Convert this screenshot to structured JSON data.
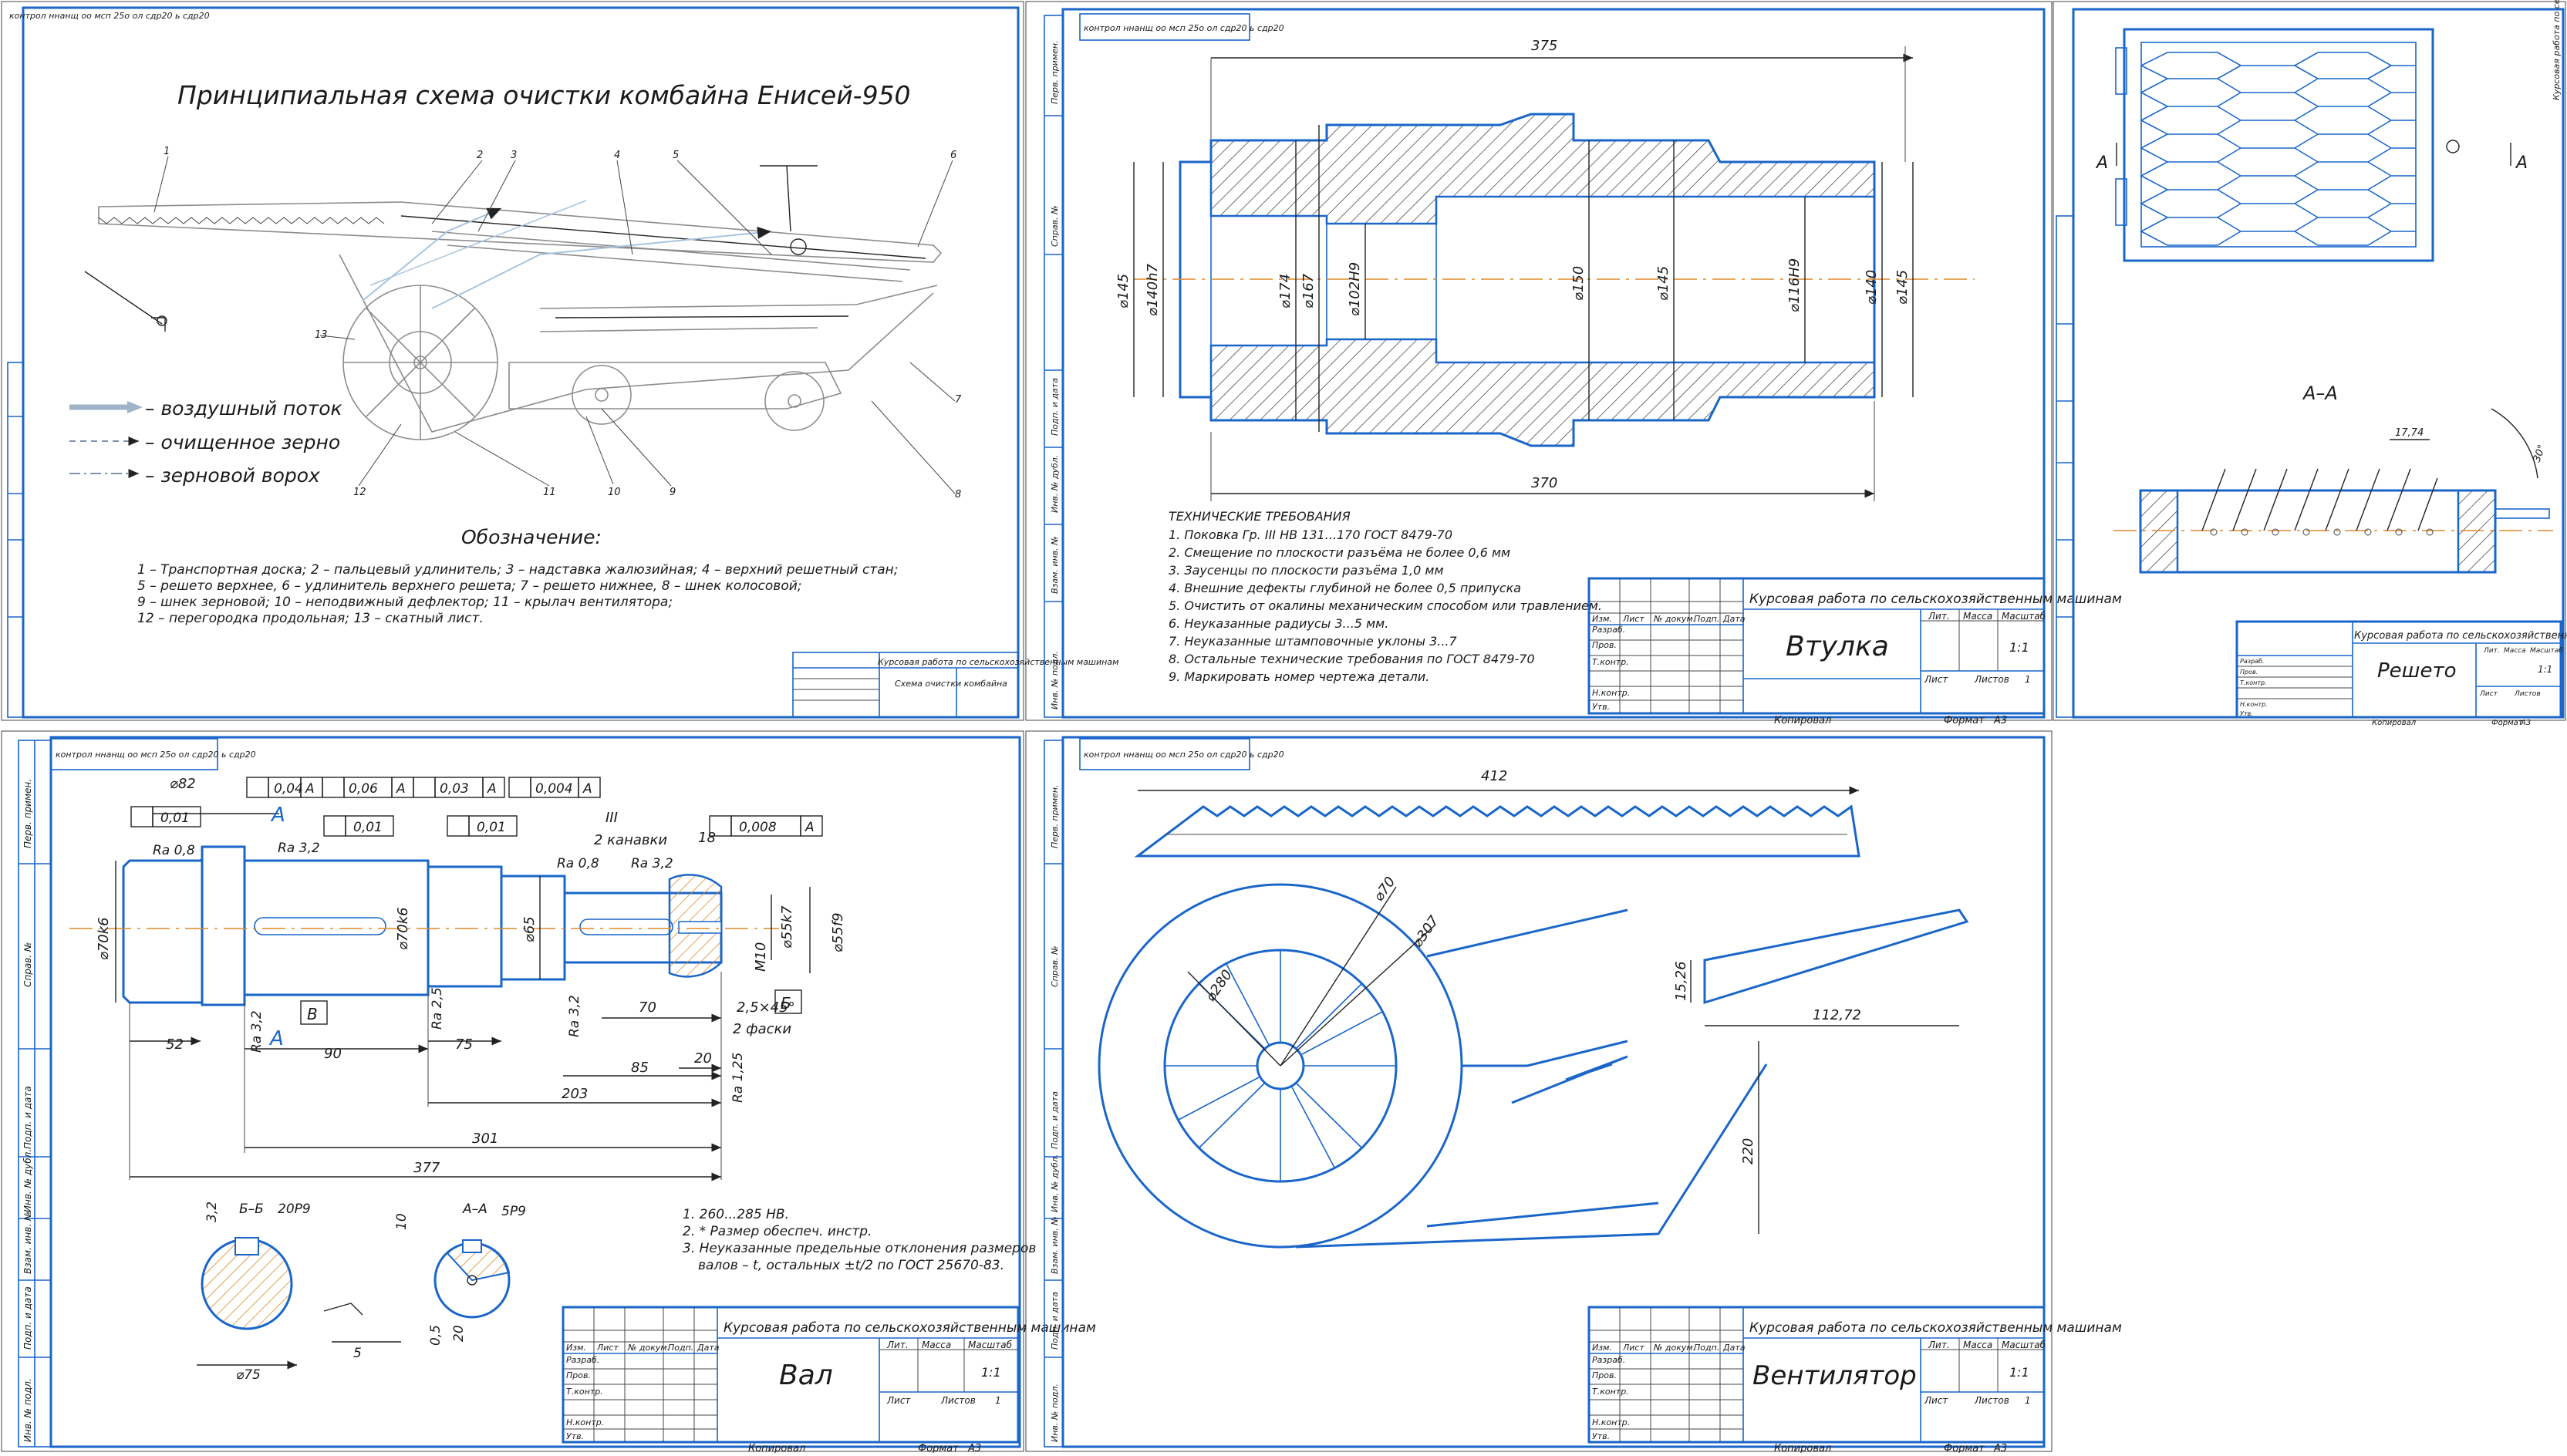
{
  "colors": {
    "frame": "#1a66c9",
    "ink": "#1a1a1a",
    "axis": "#e08a2a",
    "hatch": "#333333"
  },
  "frame_stamp": "контрол ннанщ оо мсп 25о ол сдр20 ь сдр20",
  "side_labels": [
    "Перв. примен.",
    "Справ. №",
    "Подп. и дата",
    "Инв. № дубл.",
    "Взам. инв. №",
    "Подп. и дата",
    "Инв. № подл."
  ],
  "title_block": {
    "course": "Курсовая работа по сельскохозяйственным машинам",
    "rows": [
      "Изм.",
      "Лист",
      "№ докум.",
      "Подп.",
      "Дата"
    ],
    "roles": [
      "Разраб.",
      "Пров.",
      "Т.контр.",
      "Н.контр.",
      "Утв."
    ],
    "lit": "Лит.",
    "mass": "Масса",
    "scale": "Масштаб",
    "scale_val": "1:1",
    "sheet": "Лист",
    "sheets": "Листов",
    "sheets_val": "1",
    "copied": "Копировал",
    "format": "Формат",
    "format_val": "А3"
  },
  "scheme": {
    "title": "Принципиальная схема очистки комбайна Енисей-950",
    "legend": [
      "– воздушный поток",
      "– очищенное зерно",
      "– зерновой ворох"
    ],
    "designation": "Обозначение:",
    "desc": [
      "1 – Транспортная доска; 2 – пальцевый удлинитель; 3 – надставка жалюзийная; 4 – верхний решетный стан;",
      "5 – решето верхнее, 6 – удлинитель верхнего решета; 7 – решето нижнее, 8 – шнек колосовой;",
      "9 – шнек зерновой; 10 – неподвижный дефлектор; 11 – крылач вентилятора;",
      "12 – перегородка продольная; 13 – скатный лист."
    ],
    "callouts": [
      "1",
      "2",
      "3",
      "4",
      "5",
      "6",
      "7",
      "8",
      "9",
      "10",
      "11",
      "12",
      "13"
    ],
    "block_name": "Схема очистки комбайна"
  },
  "vtulka": {
    "name": "Втулка",
    "dims": [
      "375",
      "370",
      "⌀145",
      "⌀140h7",
      "⌀174",
      "⌀167",
      "⌀102H9",
      "⌀150",
      "⌀145",
      "⌀116H9",
      "⌀140",
      "⌀145"
    ],
    "req_title": "ТЕХНИЧЕСКИЕ ТРЕБОВАНИЯ",
    "reqs": [
      "1. Поковка Гр. III НВ 131...170 ГОСТ 8479-70",
      "2. Смещение по плоскости разъёма не более 0,6 мм",
      "3. Заусенцы по плоскости разъёма 1,0 мм",
      "4. Внешние дефекты глубиной не более 0,5 припуска",
      "5. Очистить от окалины механическим способом или травлением.",
      "6. Неуказанные радиусы 3...5 мм.",
      "7. Неуказанные штамповочные уклоны 3...7",
      "8. Остальные технические требования по ГОСТ 8479-70",
      "9. Маркировать номер чертежа детали."
    ]
  },
  "resheto": {
    "name": "Решето",
    "side_stamp": "Курсовая работа по сельскохозяйственным машинам",
    "section": "А–А",
    "markA": "А",
    "dims": [
      "17,74",
      "30°"
    ]
  },
  "val": {
    "name": "Вал",
    "tolerances": [
      "0,04",
      "А",
      "0,06",
      "А",
      "0,03",
      "А",
      "0,004",
      "А",
      "0,01",
      "0,01",
      "0,01",
      "0,008",
      "А"
    ],
    "dims": [
      "⌀82",
      "⌀70k6",
      "⌀70k6",
      "⌀65",
      "⌀55k7",
      "⌀55f9",
      "M10",
      "52",
      "90",
      "75",
      "70",
      "85",
      "20",
      "203",
      "301",
      "377",
      "18",
      "2,5×45°",
      "2 фаски",
      "2 канавки",
      "III"
    ],
    "rough": [
      "Ra 0,8",
      "Ra 3,2",
      "Ra 3,2",
      "Ra 0,8",
      "Ra 3,2",
      "Ra 2,5",
      "Ra 3,2",
      "Ra 1,25"
    ],
    "marks": [
      "А",
      "А",
      "Б",
      "В"
    ],
    "sec_bb": "Б–Б",
    "sec_bb_fit": "20P9",
    "sec_aa": "А–А",
    "sec_aa_fit": "5P9",
    "sec_dims": [
      "⌀75",
      "5",
      "10",
      "20",
      "0,5",
      "3,2"
    ],
    "notes": [
      "1. 260...285 НВ.",
      "2. * Размер обеспеч. инстр.",
      "3. Неуказанные предельные отклонения размеров",
      "валов – t, остальных ±t/2 по ГОСТ 25670-83."
    ]
  },
  "vent": {
    "name": "Вентилятор",
    "dims": [
      "412",
      "⌀70",
      "⌀307",
      "⌀280",
      "15,26",
      "112,72",
      "220"
    ]
  }
}
